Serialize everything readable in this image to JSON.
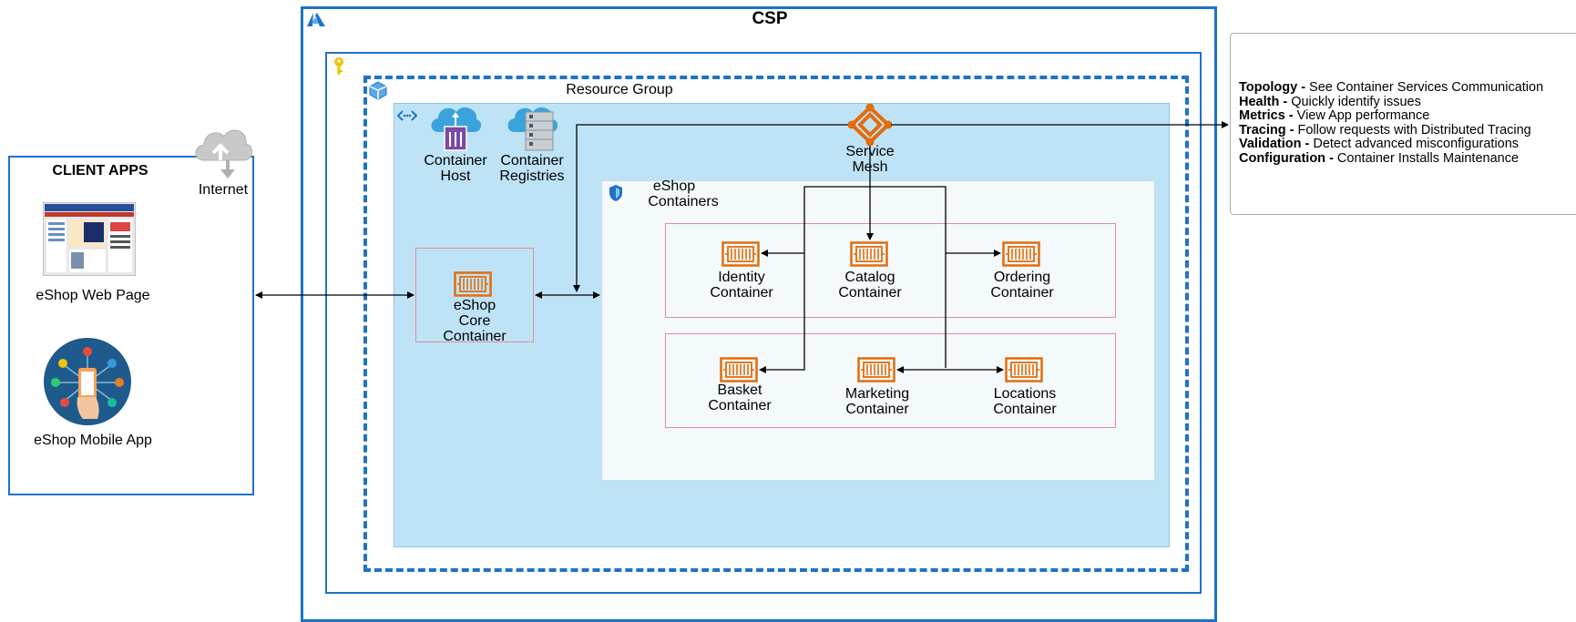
{
  "colors": {
    "csp_border": "#1f72c9",
    "vnet_fill": "#bfe3f6",
    "containers_fill": "#f4f9fc",
    "group_border": "#e08f98",
    "container_icon": "#e36c0a",
    "mesh_icon": "#e36c0a"
  },
  "client": {
    "title": "CLIENT APPS",
    "internet_label": "Internet",
    "web_label": "eShop Web Page",
    "mobile_label": "eShop Mobile App"
  },
  "csp": {
    "title": "CSP",
    "resource_group_label": "Resource Group",
    "container_host_label": [
      "Container",
      "Host"
    ],
    "container_registries_label": [
      "Container",
      "Registries"
    ],
    "service_mesh_label": [
      "Service",
      "Mesh"
    ],
    "core_label": [
      "eShop",
      "Core",
      "Container"
    ],
    "containers_title": [
      "eShop",
      "Containers"
    ],
    "identity_label": [
      "Identity",
      "Container"
    ],
    "catalog_label": [
      "Catalog",
      "Container"
    ],
    "ordering_label": [
      "Ordering",
      "Container"
    ],
    "basket_label": [
      "Basket",
      "Container"
    ],
    "marketing_label": [
      "Marketing",
      "Container"
    ],
    "locations_label": [
      "Locations",
      "Container"
    ]
  },
  "info": {
    "lines": [
      {
        "key": "Topology -",
        "text": " See Container Services Communication"
      },
      {
        "key": "Health -",
        "text": " Quickly identify issues"
      },
      {
        "key": "Metrics -",
        "text": " View App performance"
      },
      {
        "key": "Tracing -",
        "text": " Follow requests with Distributed Tracing"
      },
      {
        "key": "Validation -",
        "text": " Detect advanced misconfigurations"
      },
      {
        "key": "Configuration -",
        "text": " Container Installs Maintenance"
      }
    ]
  }
}
